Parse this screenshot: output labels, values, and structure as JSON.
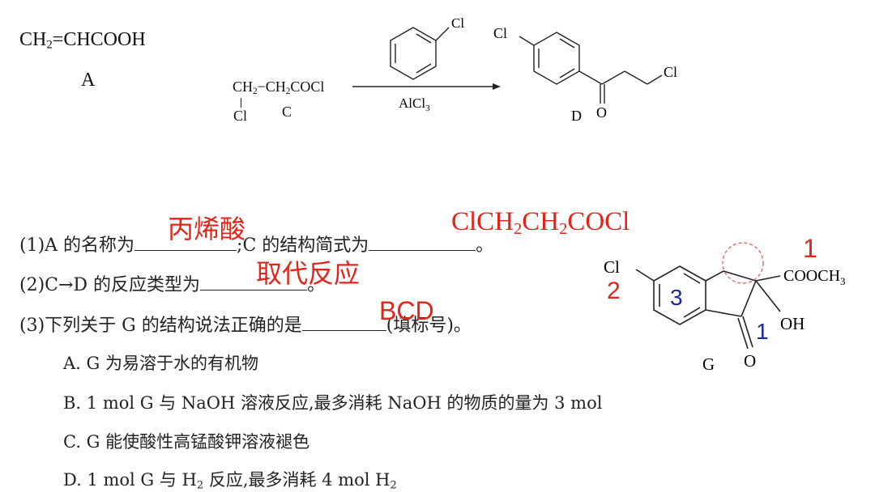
{
  "reaction": {
    "compound_a_formula": [
      "CH",
      "2",
      "=CHCOOH"
    ],
    "compound_a_label": "A",
    "compound_c_line": [
      "CH",
      "2",
      "−CH",
      "2",
      "COCl"
    ],
    "compound_c_sub_cl": "Cl",
    "compound_c_label": "C",
    "reagent_cl": "Cl",
    "catalyst": [
      "AlCl",
      "3"
    ],
    "product_cl_left": "Cl",
    "product_cl_right": "Cl",
    "product_o": "O",
    "product_label": "D"
  },
  "questions": {
    "q1_prefix": "(1)A 的名称为",
    "q1_mid": ";C 的结构简式为",
    "q1_end": "。",
    "q1_answer_a": "丙烯酸",
    "q1_answer_c": [
      "ClCH",
      "2",
      "CH",
      "2",
      "COCl"
    ],
    "q2_prefix": "(2)C→D 的反应类型为",
    "q2_end": "。",
    "q2_answer": "取代反应",
    "q3_prefix": "(3)下列关于 G 的结构说法正确的是",
    "q3_suffix": "(填标号)。",
    "q3_answer": "BCD",
    "options": [
      [
        "A. G 为易溶于水的有机物"
      ],
      [
        "B. 1 mol G 与 NaOH 溶液反应,最多消耗 NaOH 的物质的量为 3 mol"
      ],
      [
        "C. G 能使酸性高锰酸钾溶液褪色"
      ],
      [
        "D. 1 mol G 与 H",
        "2",
        " 反应,最多消耗 4 mol H",
        "2"
      ]
    ]
  },
  "structure_g": {
    "cl": "Cl",
    "ester": [
      "COOCH",
      "3"
    ],
    "oh": "OH",
    "o": "O",
    "label": "G",
    "annot_red_1": "1",
    "annot_red_2": "2",
    "annot_blue_3": "3",
    "annot_blue_1": "1"
  },
  "colors": {
    "annotation_red": "#e0251b",
    "annotation_blue": "#1a2a9a",
    "circle": "#d96a6a"
  }
}
